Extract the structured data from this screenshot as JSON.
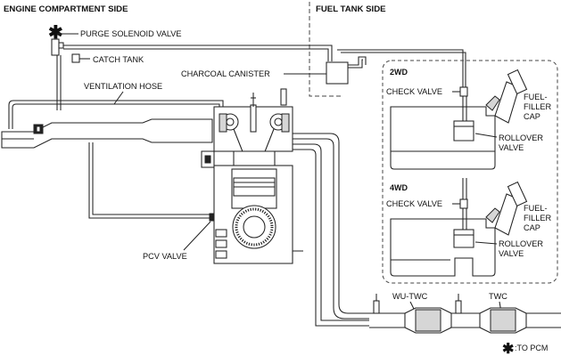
{
  "sections": {
    "engine_side": "ENGINE COMPARTMENT SIDE",
    "fuel_side": "FUEL TANK SIDE"
  },
  "labels": {
    "purge_valve": "PURGE SOLENOID VALVE",
    "catch_tank": "CATCH TANK",
    "charcoal": "CHARCOAL CANISTER",
    "vent_hose": "VENTILATION HOSE",
    "pcv_valve": "PCV VALVE",
    "wu_twc": "WU-TWC",
    "twc": "TWC"
  },
  "tank_2wd": {
    "title": "2WD",
    "check_valve": "CHECK VALVE",
    "fuel_filler_1": "FUEL-",
    "fuel_filler_2": "FILLER",
    "fuel_filler_3": "CAP",
    "rollover_1": "ROLLOVER",
    "rollover_2": "VALVE"
  },
  "tank_4wd": {
    "title": "4WD",
    "check_valve": "CHECK VALVE",
    "fuel_filler_1": "FUEL-",
    "fuel_filler_2": "FILLER",
    "fuel_filler_3": "CAP",
    "rollover_1": "ROLLOVER",
    "rollover_2": "VALVE"
  },
  "legend": {
    "star": "✱",
    "note": ":TO PCM"
  },
  "colors": {
    "line": "#222222",
    "background": "#ffffff"
  }
}
